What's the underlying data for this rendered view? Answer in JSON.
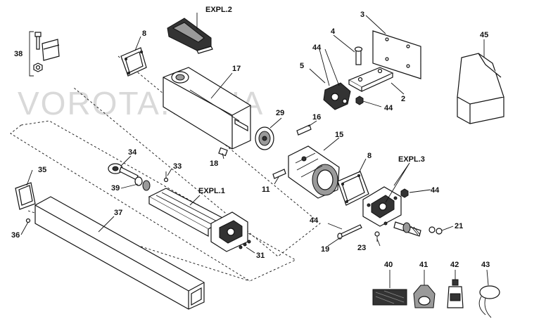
{
  "watermark": "VOROTA.IN.UA",
  "labels": {
    "p2": "2",
    "p3": "3",
    "p4": "4",
    "p5": "5",
    "p8a": "8",
    "p8b": "8",
    "p11": "11",
    "p15": "15",
    "p16": "16",
    "p17": "17",
    "p18": "18",
    "p19": "19",
    "p21": "21",
    "p23": "23",
    "p29": "29",
    "p31": "31",
    "p33": "33",
    "p34": "34",
    "p35": "35",
    "p36": "36",
    "p37": "37",
    "p38": "38",
    "p39": "39",
    "p40": "40",
    "p41": "41",
    "p42": "42",
    "p43": "43",
    "p44a": "44",
    "p44b": "44",
    "p44c": "44",
    "p44d": "44",
    "p45": "45",
    "expl1": "EXPL.1",
    "expl2": "EXPL.2",
    "expl3": "EXPL.3"
  },
  "colors": {
    "ink": "#111111",
    "fill": "#ffffff",
    "shade": "#9a9a9a",
    "watermark": "#d9d9d9"
  }
}
